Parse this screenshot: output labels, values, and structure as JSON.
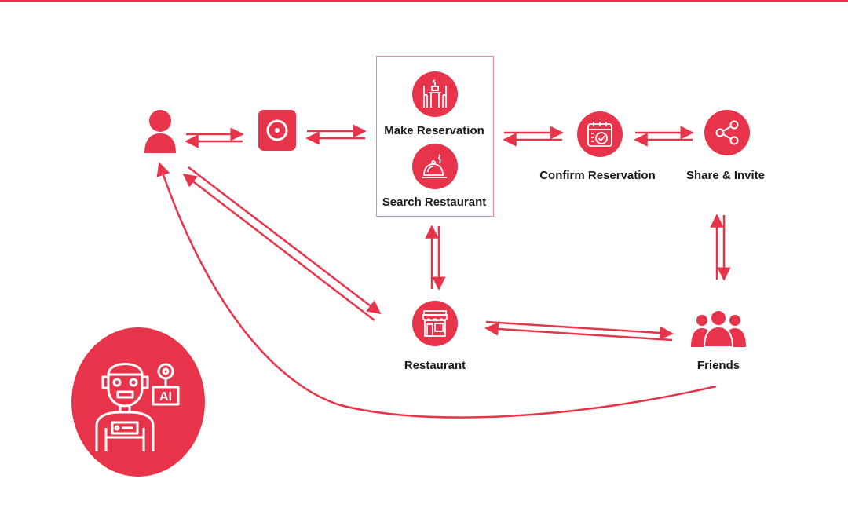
{
  "colors": {
    "accent": "#E8344A",
    "box_border": "#EB8A94",
    "text": "#1a1a1a"
  },
  "nodes": {
    "user": {
      "icon": "user-icon"
    },
    "app": {
      "icon": "app-logo-icon"
    },
    "make_reservation": {
      "label": "Make Reservation",
      "icon": "dining-table-icon"
    },
    "search_restaurant": {
      "label": "Search Restaurant",
      "icon": "cloche-icon"
    },
    "confirm_reservation": {
      "label": "Confirm Reservation",
      "icon": "calendar-check-icon"
    },
    "share_invite": {
      "label": "Share & Invite",
      "icon": "share-icon"
    },
    "restaurant": {
      "label": "Restaurant",
      "icon": "storefront-icon"
    },
    "friends": {
      "label": "Friends",
      "icon": "group-icon"
    },
    "ai": {
      "icon": "robot-ai-icon",
      "badge": "AI"
    }
  }
}
